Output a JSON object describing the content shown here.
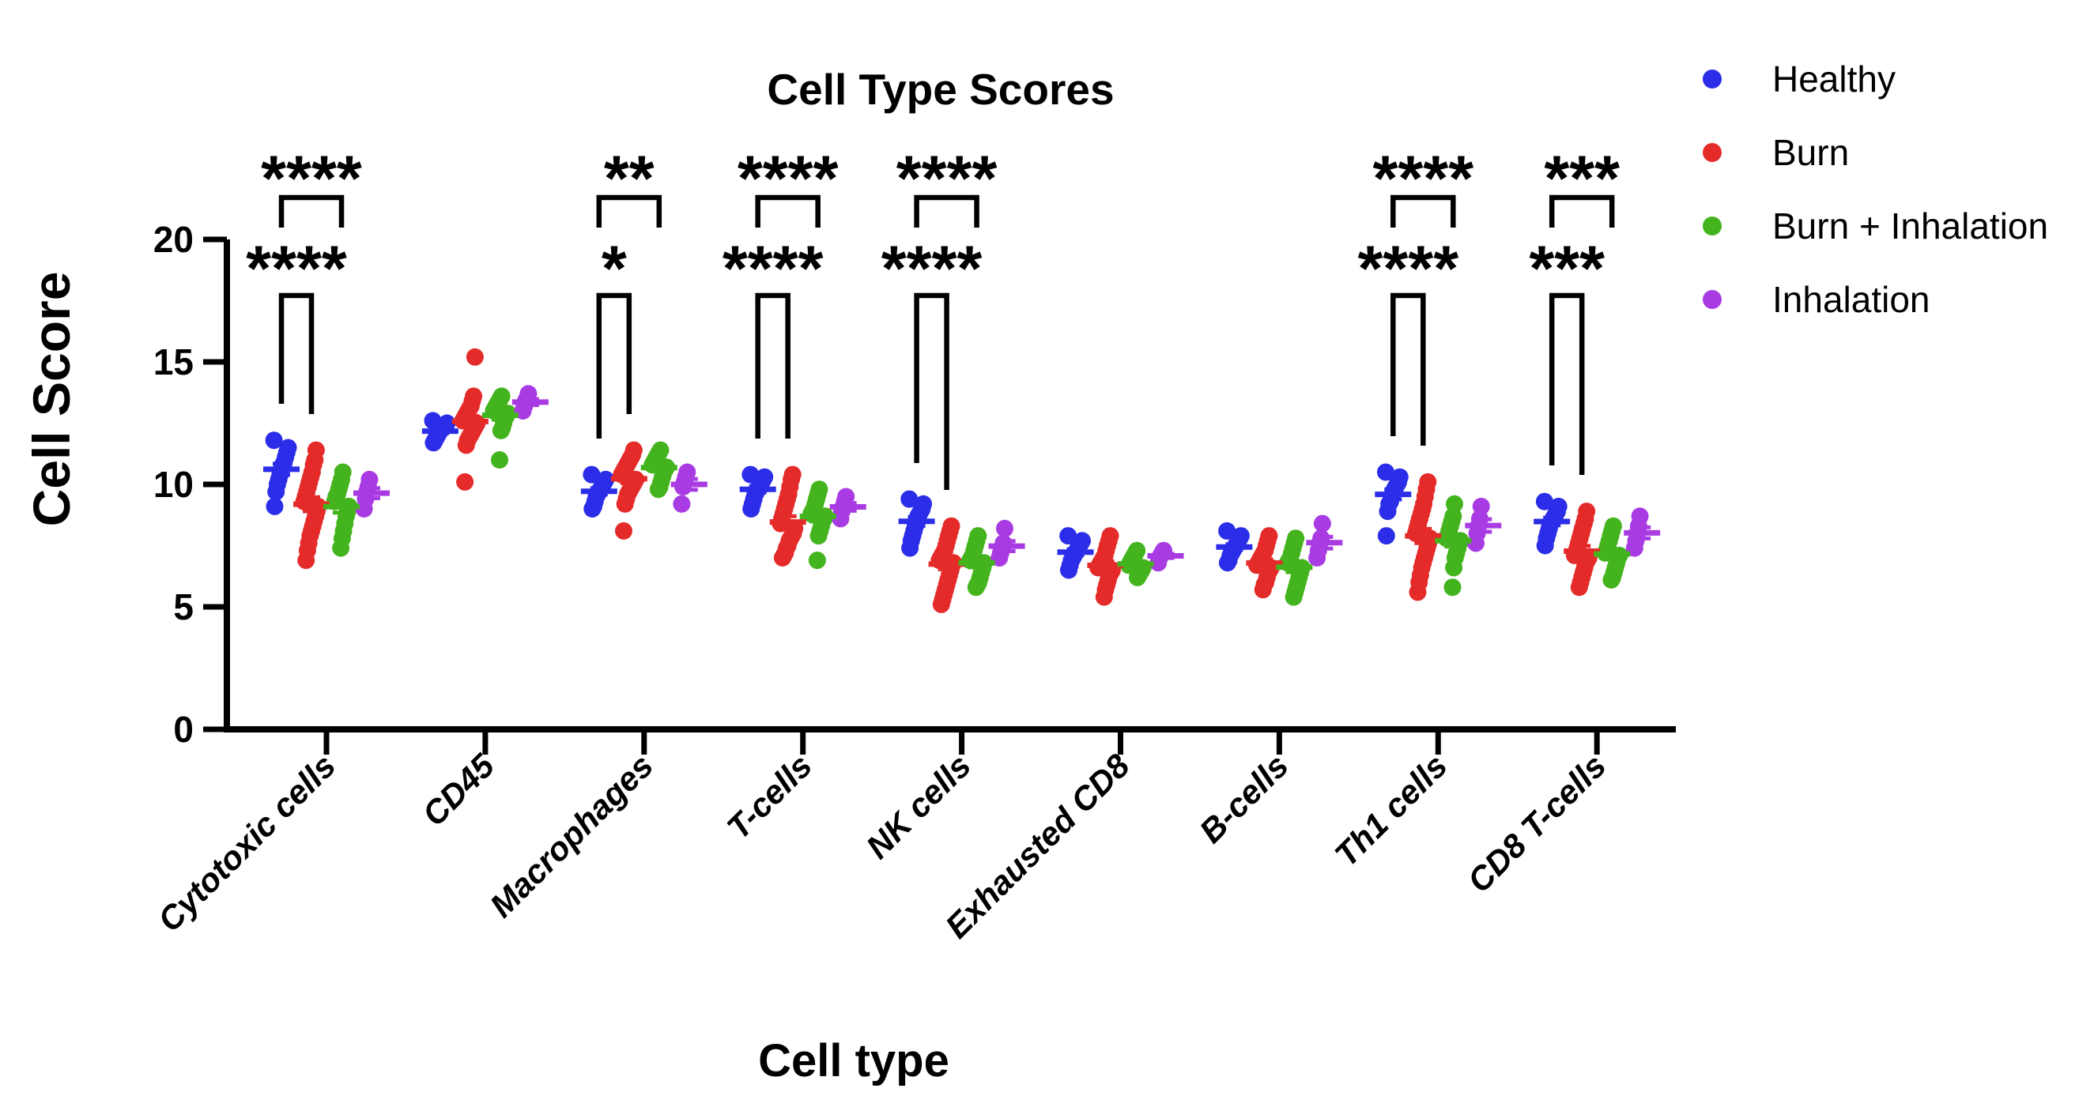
{
  "title": "Cell Type Scores",
  "x_axis": {
    "label": "Cell type"
  },
  "y_axis": {
    "label": "Cell Score",
    "ticks": [
      0,
      5,
      10,
      15,
      20
    ],
    "range": [
      0,
      20
    ]
  },
  "chart_data": {
    "type": "scatter",
    "title": "Cell Type Scores",
    "xlabel": "Cell type",
    "ylabel": "Cell Score",
    "ylim": [
      0,
      20
    ],
    "yticks": [
      0,
      5,
      10,
      15,
      20
    ],
    "grid": false,
    "legend_position": "right",
    "categories": [
      "Cytotoxic cells",
      "CD45",
      "Macrophages",
      "T-cells",
      "NK cells",
      "Exhausted CD8",
      "B-cells",
      "Th1 cells",
      "CD8 T-cells"
    ],
    "series": [
      {
        "name": "Healthy",
        "color": "#2B2DE8",
        "values": [
          [
            11.8,
            11.5,
            11.3,
            11.1,
            10.9,
            10.8,
            10.6,
            10.4,
            10.2,
            10.0,
            9.7,
            9.1
          ],
          [
            12.6,
            12.5,
            12.4,
            12.35,
            12.3,
            12.25,
            12.2,
            12.1,
            12.0,
            11.9,
            11.8,
            11.7
          ],
          [
            10.4,
            10.2,
            10.1,
            10.0,
            9.9,
            9.8,
            9.7,
            9.6,
            9.5,
            9.3,
            9.1,
            9.0
          ],
          [
            10.4,
            10.3,
            10.2,
            10.1,
            10.0,
            9.9,
            9.8,
            9.7,
            9.6,
            9.4,
            9.2,
            9.0
          ],
          [
            9.4,
            9.2,
            9.0,
            8.9,
            8.8,
            8.7,
            8.5,
            8.3,
            8.1,
            7.9,
            7.7,
            7.4
          ],
          [
            7.9,
            7.7,
            7.6,
            7.5,
            7.4,
            7.3,
            7.2,
            7.1,
            7.0,
            6.9,
            6.7,
            6.5
          ],
          [
            8.1,
            7.9,
            7.8,
            7.7,
            7.6,
            7.5,
            7.4,
            7.3,
            7.2,
            7.1,
            6.9,
            6.8
          ],
          [
            10.5,
            10.3,
            10.1,
            10.0,
            9.9,
            9.8,
            9.7,
            9.5,
            9.3,
            9.2,
            8.9,
            7.9
          ],
          [
            9.3,
            9.1,
            8.9,
            8.8,
            8.7,
            8.6,
            8.5,
            8.4,
            8.2,
            8.0,
            7.8,
            7.5
          ]
        ]
      },
      {
        "name": "Burn",
        "color": "#E52A2A",
        "values": [
          [
            11.4,
            11.0,
            10.8,
            10.5,
            10.3,
            10.1,
            9.9,
            9.7,
            9.5,
            9.3,
            9.1,
            8.9,
            8.7,
            8.5,
            8.3,
            8.1,
            7.9,
            7.6,
            7.3,
            6.9
          ],
          [
            15.2,
            13.6,
            13.4,
            13.2,
            13.1,
            13.0,
            12.9,
            12.8,
            12.7,
            12.6,
            12.5,
            12.4,
            12.3,
            12.2,
            12.1,
            12.0,
            11.9,
            11.8,
            11.6,
            10.1
          ],
          [
            11.4,
            11.2,
            11.1,
            11.0,
            10.9,
            10.8,
            10.7,
            10.6,
            10.5,
            10.4,
            10.2,
            10.1,
            10.0,
            9.9,
            9.8,
            9.7,
            9.6,
            9.4,
            9.2,
            8.1
          ],
          [
            10.4,
            10.2,
            9.9,
            9.6,
            9.4,
            9.2,
            9.0,
            8.8,
            8.6,
            8.4,
            8.2,
            8.0,
            7.9,
            7.8,
            7.7,
            7.5,
            7.4,
            7.2,
            7.1,
            7.0
          ],
          [
            8.3,
            8.1,
            7.9,
            7.7,
            7.5,
            7.3,
            7.2,
            7.1,
            7.0,
            6.9,
            6.8,
            6.7,
            6.5,
            6.3,
            6.1,
            5.9,
            5.7,
            5.5,
            5.3,
            5.1
          ],
          [
            7.9,
            7.7,
            7.5,
            7.3,
            7.1,
            7.0,
            6.9,
            6.8,
            6.7,
            6.6,
            6.5,
            6.4,
            6.3,
            6.1,
            5.9,
            5.7,
            5.4
          ],
          [
            7.9,
            7.7,
            7.5,
            7.3,
            7.2,
            7.1,
            7.0,
            6.9,
            6.8,
            6.7,
            6.6,
            6.5,
            6.4,
            6.2,
            6.0,
            5.9,
            5.7
          ],
          [
            10.1,
            9.8,
            9.5,
            9.2,
            9.0,
            8.8,
            8.6,
            8.4,
            8.2,
            8.0,
            7.8,
            7.6,
            7.4,
            7.2,
            7.0,
            6.8,
            6.6,
            6.3,
            6.0,
            5.6
          ],
          [
            8.9,
            8.6,
            8.4,
            8.2,
            8.0,
            7.8,
            7.6,
            7.4,
            7.2,
            7.1,
            7.0,
            6.9,
            6.8,
            6.6,
            6.4,
            6.2,
            6.0,
            5.8
          ]
        ]
      },
      {
        "name": "Burn + Inhalation",
        "color": "#44B41E",
        "values": [
          [
            10.5,
            10.2,
            10.0,
            9.8,
            9.6,
            9.5,
            9.3,
            9.1,
            8.9,
            8.7,
            8.4,
            8.1,
            7.8,
            7.4
          ],
          [
            13.6,
            13.5,
            13.4,
            13.3,
            13.2,
            13.1,
            13.0,
            12.9,
            12.8,
            12.7,
            12.5,
            12.3,
            12.2,
            11.0
          ],
          [
            11.4,
            11.3,
            11.2,
            11.1,
            11.0,
            10.9,
            10.8,
            10.7,
            10.6,
            10.5,
            10.3,
            10.1,
            9.9,
            9.8
          ],
          [
            9.8,
            9.6,
            9.4,
            9.2,
            9.0,
            8.9,
            8.8,
            8.7,
            8.6,
            8.5,
            8.3,
            8.1,
            7.9,
            6.9
          ],
          [
            7.9,
            7.7,
            7.5,
            7.3,
            7.1,
            7.0,
            6.9,
            6.8,
            6.6,
            6.4,
            6.2,
            6.0,
            5.9,
            5.8
          ],
          [
            7.3,
            7.2,
            7.1,
            7.0,
            6.9,
            6.8,
            6.7,
            6.6,
            6.5,
            6.4,
            6.3,
            6.2
          ],
          [
            7.8,
            7.6,
            7.4,
            7.2,
            7.0,
            6.9,
            6.8,
            6.6,
            6.4,
            6.2,
            6.0,
            5.8,
            5.6,
            5.4
          ],
          [
            9.2,
            8.7,
            8.5,
            8.3,
            8.1,
            7.9,
            7.8,
            7.7,
            7.6,
            7.4,
            7.2,
            7.0,
            6.6,
            5.8
          ],
          [
            8.3,
            8.1,
            7.9,
            7.7,
            7.5,
            7.3,
            7.2,
            7.1,
            7.0,
            6.8,
            6.6,
            6.4,
            6.2,
            6.1
          ]
        ]
      },
      {
        "name": "Inhalation",
        "color": "#A93BE3",
        "values": [
          [
            10.2,
            9.9,
            9.7,
            9.4,
            9.0
          ],
          [
            13.7,
            13.5,
            13.4,
            13.2,
            13.0
          ],
          [
            10.5,
            10.3,
            10.1,
            9.9,
            9.2
          ],
          [
            9.5,
            9.3,
            9.1,
            8.9,
            8.6
          ],
          [
            8.2,
            7.6,
            7.4,
            7.2,
            7.0
          ],
          [
            7.3,
            7.2,
            7.1,
            7.0,
            6.8
          ],
          [
            8.4,
            7.8,
            7.6,
            7.3,
            7.0
          ],
          [
            9.1,
            8.6,
            8.3,
            8.0,
            7.6
          ],
          [
            8.7,
            8.3,
            8.0,
            7.7,
            7.4
          ]
        ]
      }
    ],
    "significance": [
      {
        "category": "Cytotoxic cells",
        "upper": {
          "label": "****",
          "between": [
            "Healthy",
            "Burn + Inhalation"
          ]
        },
        "lower": {
          "label": "****",
          "between": [
            "Healthy",
            "Burn"
          ]
        }
      },
      {
        "category": "Macrophages",
        "upper": {
          "label": "**",
          "between": [
            "Healthy",
            "Burn + Inhalation"
          ]
        },
        "lower": {
          "label": "*",
          "between": [
            "Healthy",
            "Burn"
          ]
        }
      },
      {
        "category": "T-cells",
        "upper": {
          "label": "****",
          "between": [
            "Healthy",
            "Burn + Inhalation"
          ]
        },
        "lower": {
          "label": "****",
          "between": [
            "Healthy",
            "Burn"
          ]
        }
      },
      {
        "category": "NK cells",
        "upper": {
          "label": "****",
          "between": [
            "Healthy",
            "Burn + Inhalation"
          ]
        },
        "lower": {
          "label": "****",
          "between": [
            "Healthy",
            "Burn"
          ]
        }
      },
      {
        "category": "Th1 cells",
        "upper": {
          "label": "****",
          "between": [
            "Healthy",
            "Burn + Inhalation"
          ]
        },
        "lower": {
          "label": "****",
          "between": [
            "Healthy",
            "Burn"
          ]
        }
      },
      {
        "category": "CD8 T-cells",
        "upper": {
          "label": "***",
          "between": [
            "Healthy",
            "Burn + Inhalation"
          ]
        },
        "lower": {
          "label": "***",
          "between": [
            "Healthy",
            "Burn"
          ]
        }
      }
    ]
  }
}
